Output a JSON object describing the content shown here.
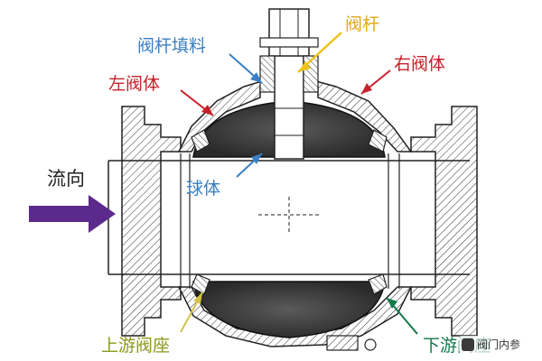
{
  "labels": {
    "stem": "阀杆",
    "stem_packing": "阀杆填料",
    "right_body": "右阀体",
    "left_body": "左阀体",
    "ball": "球体",
    "flow": "流向",
    "upstream_seat": "上游阀座",
    "downstream_seat": "下游阀座"
  },
  "watermark": {
    "text": "阀门内参"
  },
  "colors": {
    "stem_label": "#e0a91c",
    "packing_label": "#3a7fc2",
    "body_label": "#c8202a",
    "ball_label": "#3a7fc2",
    "flow_arrow": "#5b2a8c",
    "upstream_label": "#8a9a1a",
    "downstream_label": "#0f7a4a"
  },
  "icons": [
    "flow-arrow-icon",
    "wechat-logo-icon"
  ]
}
